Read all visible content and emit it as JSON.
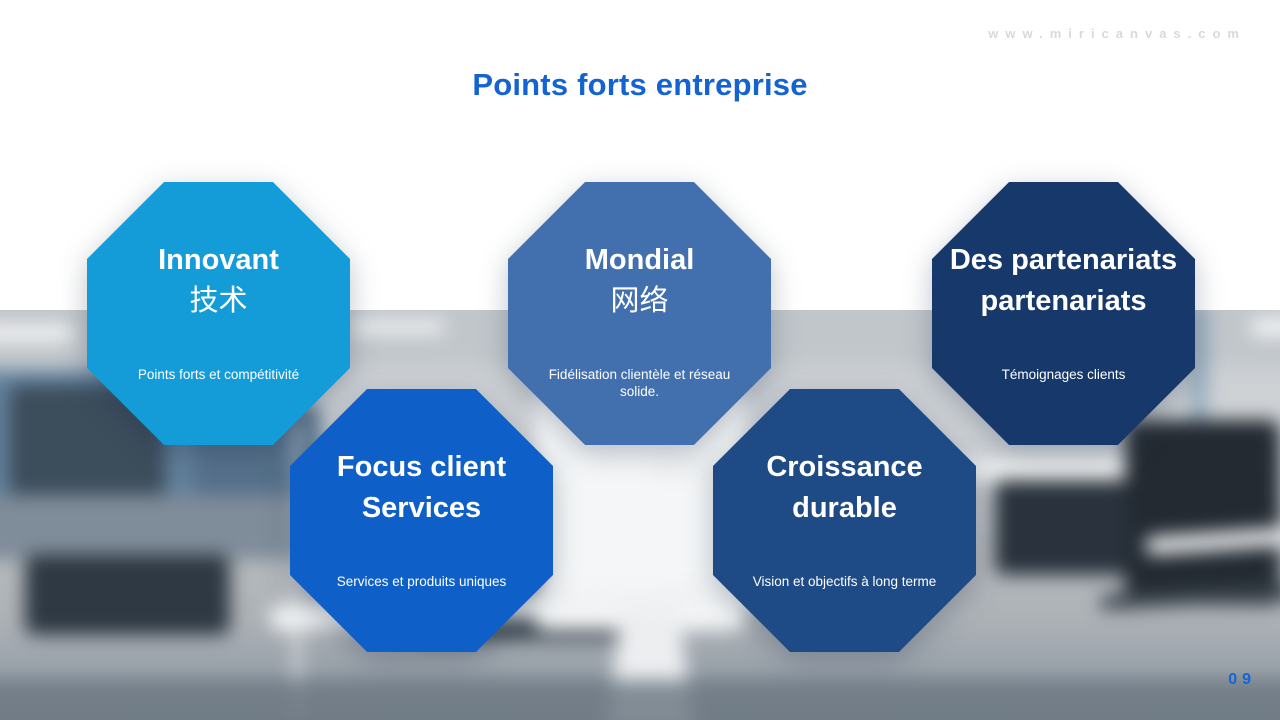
{
  "slide": {
    "title": "Points forts entreprise",
    "watermark": "www.miricanvas.com",
    "page_number": "09",
    "title_color": "#1463d2",
    "page_number_color": "#1565d8"
  },
  "octagons": [
    {
      "name": "innovant",
      "title_line1": "Innovant",
      "title_line2": "技术",
      "subtitle": "Points forts et compétitivité",
      "color": "#149cd8"
    },
    {
      "name": "mondial",
      "title_line1": "Mondial",
      "title_line2": "网络",
      "subtitle": "Fidélisation clientèle et réseau solide.",
      "color": "#426fae"
    },
    {
      "name": "partenariats",
      "title_line1": "Des partenariats",
      "title_line2": "partenariats",
      "subtitle": "Témoignages clients",
      "color": "#16386b"
    },
    {
      "name": "focus-client",
      "title_line1": "Focus client",
      "title_line2": "Services",
      "subtitle": "Services et produits uniques",
      "color": "#0e60c8"
    },
    {
      "name": "croissance-durable",
      "title_line1": "Croissance",
      "title_line2": "durable",
      "subtitle": "Vision et objectifs à long terme",
      "color": "#1e4a85"
    }
  ]
}
